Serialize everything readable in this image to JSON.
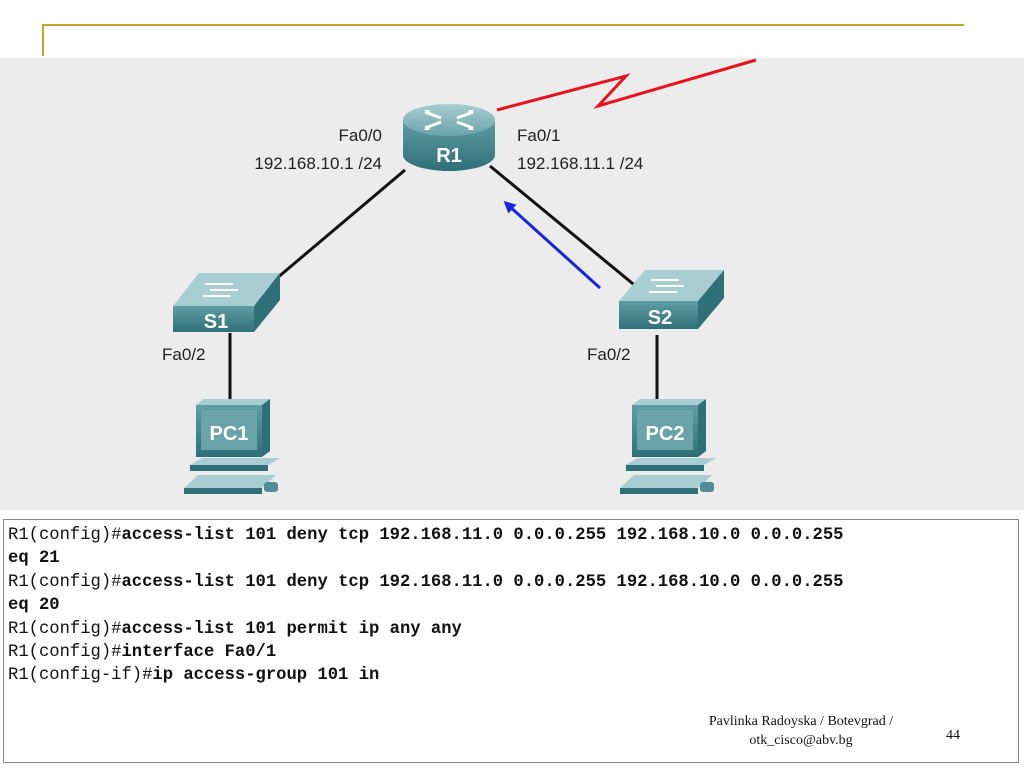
{
  "colors": {
    "frame_accent": "#c9a227",
    "wan_link": "#e8141c",
    "traffic_arrow": "#1a23e0",
    "device_teal": "#4f8e96"
  },
  "devices": {
    "r1": {
      "label": "R1",
      "icon": "router-icon"
    },
    "s1": {
      "label": "S1",
      "icon": "switch-icon"
    },
    "s2": {
      "label": "S2",
      "icon": "switch-icon"
    },
    "pc1": {
      "label": "PC1",
      "icon": "pc-icon"
    },
    "pc2": {
      "label": "PC2",
      "icon": "pc-icon"
    }
  },
  "interfaces": {
    "r1_fa00_name": "Fa0/0",
    "r1_fa00_ip": "192.168.10.1 /24",
    "r1_fa01_name": "Fa0/1",
    "r1_fa01_ip": "192.168.11.1 /24",
    "s1_fa02": "Fa0/2",
    "s2_fa02": "Fa0/2"
  },
  "cli": {
    "lines": [
      {
        "prompt": "R1(config)#",
        "command": "access-list 101 deny tcp 192.168.11.0 0.0.0.255 192.168.10.0 0.0.0.255"
      },
      {
        "prompt": "",
        "command": "eq 21"
      },
      {
        "prompt": "R1(config)#",
        "command": "access-list 101 deny tcp 192.168.11.0 0.0.0.255 192.168.10.0 0.0.0.255"
      },
      {
        "prompt": "",
        "command": "eq 20"
      },
      {
        "prompt": "R1(config)#",
        "command": "access-list 101 permit ip any any"
      },
      {
        "prompt": "R1(config)#",
        "command": "interface Fa0/1"
      },
      {
        "prompt": "R1(config-if)#",
        "command": "ip access-group 101 in"
      }
    ]
  },
  "footer": {
    "author_line1": "Pavlinka Radoyska / Botevgrad /",
    "author_line2": "otk_cisco@abv.bg",
    "page_number": "44"
  }
}
